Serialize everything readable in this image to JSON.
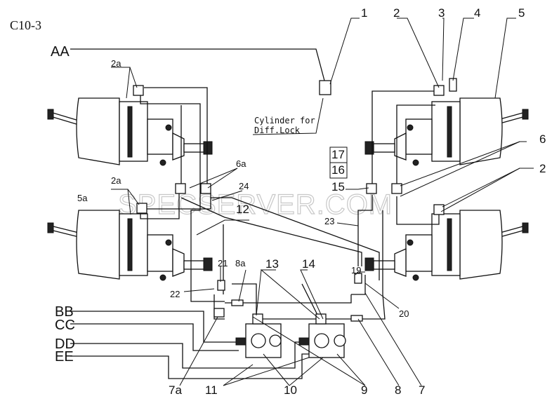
{
  "page_code": "C10-3",
  "watermark": "SPECSERVER.COM",
  "inputs": {
    "aa": "AA",
    "bb": "BB",
    "cc": "CC",
    "dd": "DD",
    "ee": "EE"
  },
  "cylinder_note": {
    "line1": "Cylinder for",
    "line2": "Diff.Lock"
  },
  "callouts": {
    "c1": "1",
    "c2_top": "2",
    "c3": "3",
    "c4": "4",
    "c5": "5",
    "c6": "6",
    "c2_right": "2",
    "c2a_top": "2a",
    "c2a_mid": "2a",
    "c5a": "5a",
    "c6a": "6a",
    "c24": "24",
    "c12": "12",
    "c17": "17",
    "c16": "16",
    "c15": "15",
    "c23": "23",
    "c21": "21",
    "c8a": "8a",
    "c22": "22",
    "c13": "13",
    "c14": "14",
    "c19": "19",
    "c20": "20",
    "c7a": "7a",
    "c11": "11",
    "c10": "10",
    "c9": "9",
    "c8": "8",
    "c7": "7"
  }
}
